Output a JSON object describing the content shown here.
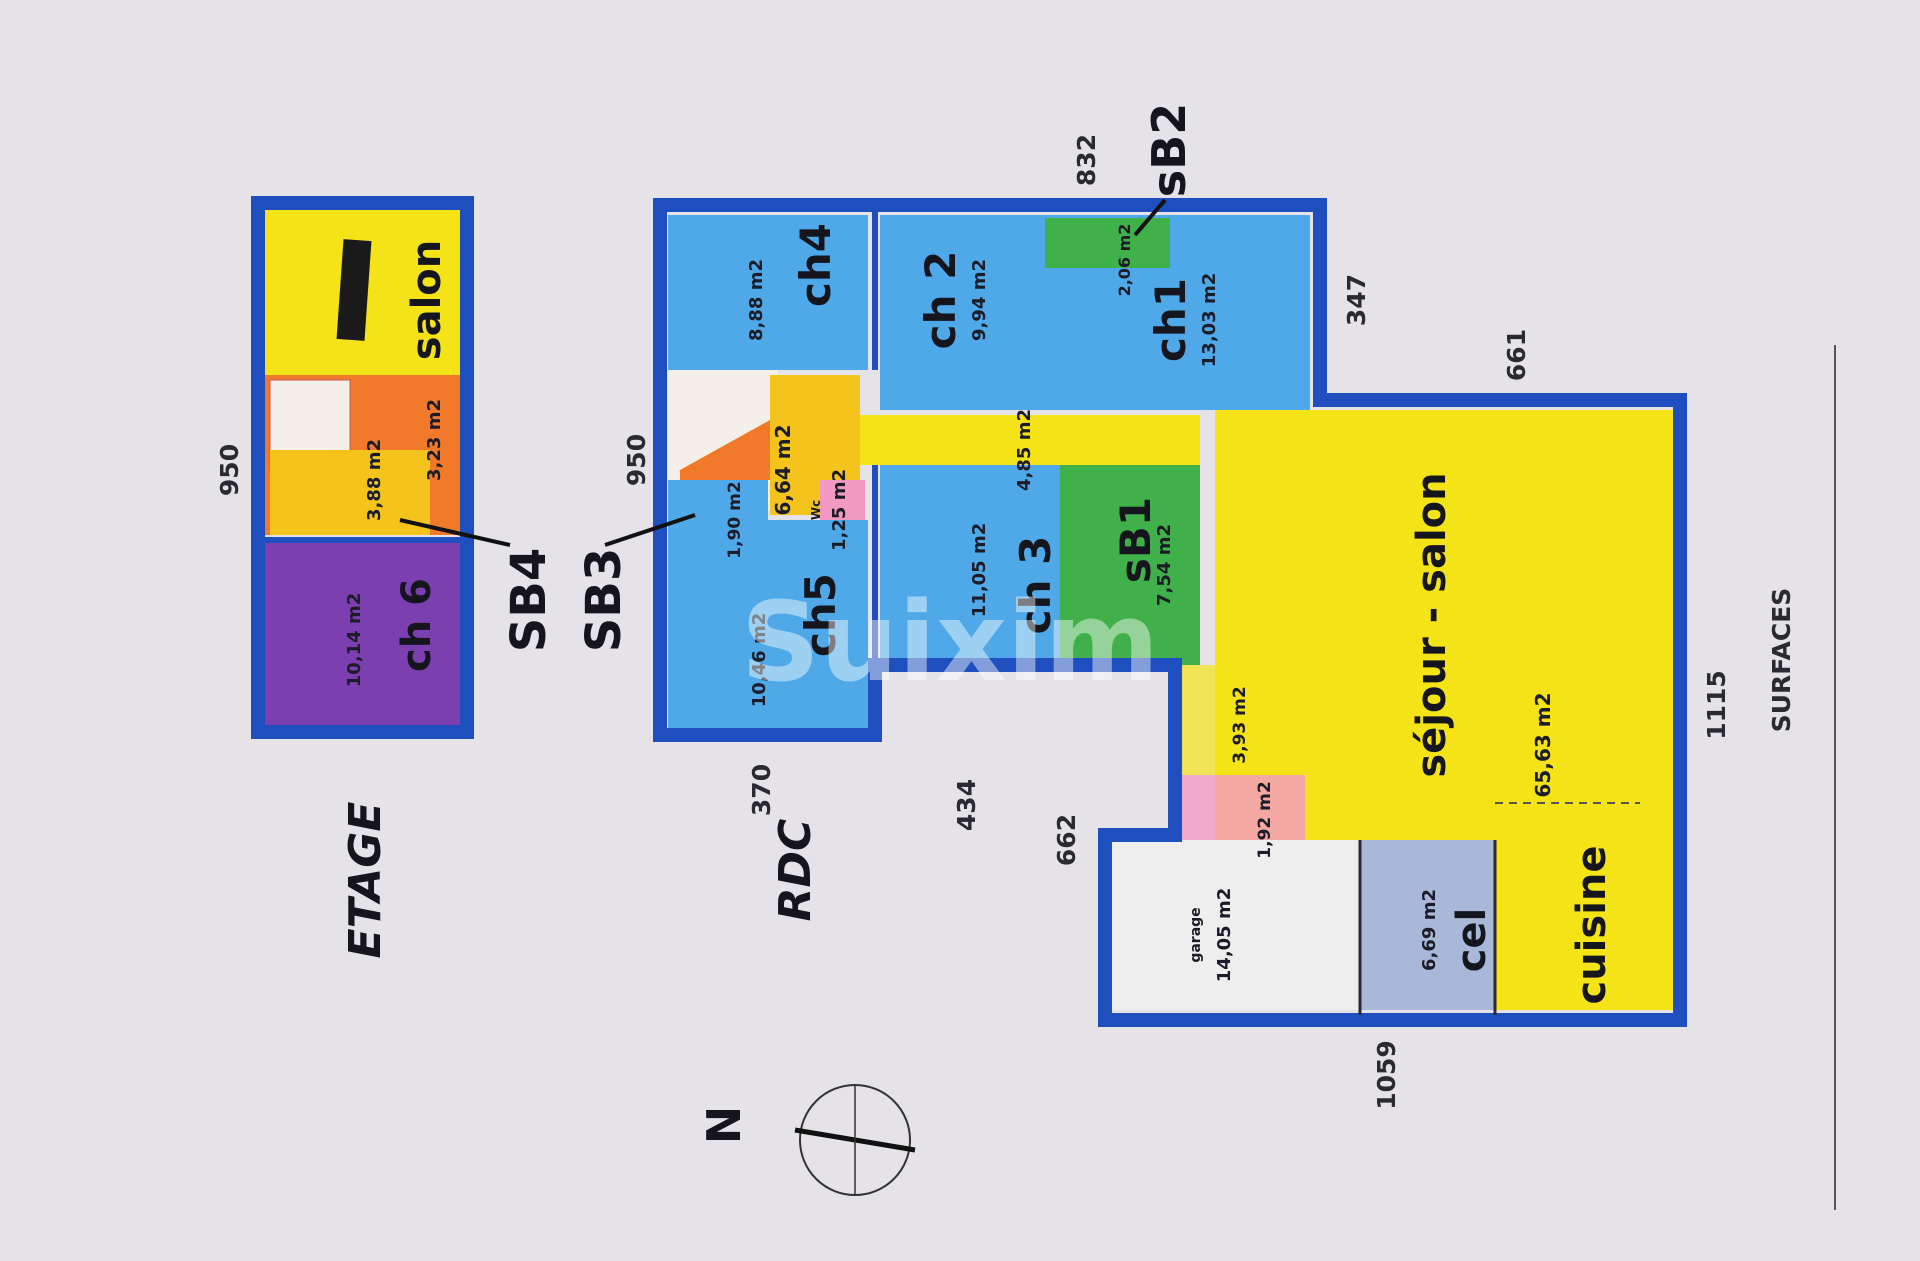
{
  "colors": {
    "background": "#e6e3e8",
    "wall": "#1f4fbf",
    "bedroom": "#4fa9e8",
    "bathroom": "#3fb04a",
    "living": "#f3e317",
    "circulation": "#f4c41d",
    "stair": "#f07a2a",
    "wc": "#f29ac4",
    "purple": "#7b3fb0",
    "utility": "#a9b8d8",
    "garage": "#eeeeee"
  },
  "floors": {
    "upper_label": "ETAGE",
    "ground_label": "RDC"
  },
  "upper": {
    "salon": "salon",
    "landing_area": "3,23 m2",
    "sb4_area": "3,88 m2",
    "ch6_area": "10,14 m2",
    "ch6": "ch 6",
    "sb4_tag": "SB4"
  },
  "ground": {
    "ch4": "ch4",
    "ch4_area": "8,88 m2",
    "ch2": "ch 2",
    "ch2_area": "9,94 m2",
    "sb2_area": "2,06 m2",
    "ch1": "ch1",
    "ch1_area": "13,03 m2",
    "sb2_tag": "sB2",
    "hall_area": "6,64 m2",
    "corridor_area": "4,85 m2",
    "wc_label": "Wc",
    "wc_area": "1,25 m2",
    "sb3_area": "1,90 m2",
    "sb3_tag": "SB3",
    "ch5": "ch5",
    "ch5_area": "10,46 m2",
    "ch3": "ch 3",
    "ch3_area": "11,05 m2",
    "sb1": "sB1",
    "sb1_area": "7,54 m2",
    "sejour": "séjour - salon",
    "sejour_area": "65,63 m2",
    "cuisine": "cuisine",
    "entry_area": "3,93 m2",
    "small_area": "1,92 m2",
    "garage": "garage",
    "garage_area": "14,05 m2",
    "cel": "cel",
    "cel_area": "6,69 m2"
  },
  "dimensions": {
    "d950_upper": "950",
    "d950_ground": "950",
    "d832": "832",
    "d347": "347",
    "d661": "661",
    "d370": "370",
    "d434": "434",
    "d662": "662",
    "d1115": "1115",
    "d1059": "1059"
  },
  "side_note": "SURFACES",
  "compass": "N",
  "watermark": "Suixim"
}
